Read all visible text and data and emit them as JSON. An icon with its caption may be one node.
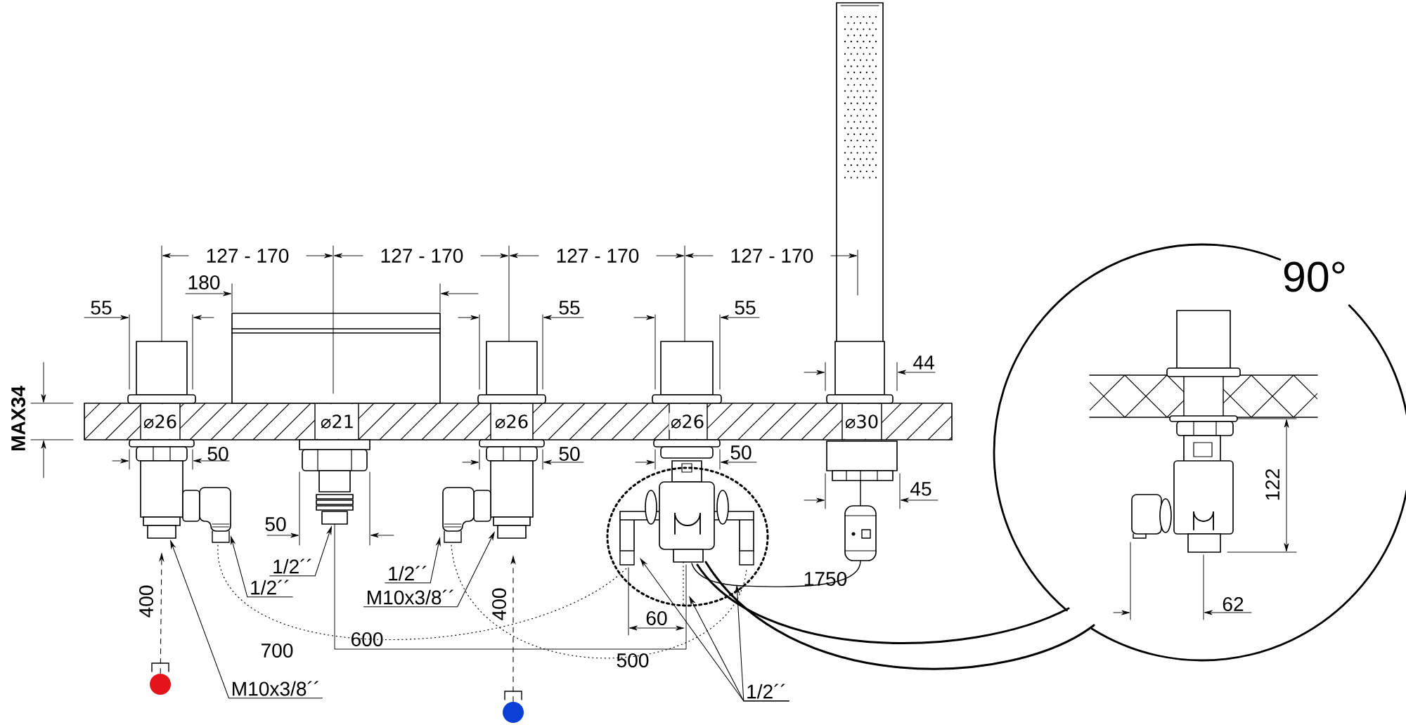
{
  "diagram": {
    "nodes": [
      {
        "text": [],
        "shape": "circle"
      },
      {
        "text": [],
        "shape": "circle"
      },
      {
        "text": [
          "1/2´´"
        ]
      },
      {
        "text": [
          "1/2´´"
        ]
      },
      {
        "text": [
          "1/2´´"
        ]
      },
      {
        "text": [
          "M10x3/8´´"
        ]
      },
      {
        "text": [
          "M10x3/8´´"
        ]
      },
      {
        "text": [
          "1/2´´"
        ]
      }
    ],
    "edges": [
      {
        "from": 0,
        "to": null,
        "arrow": "to",
        "style": "dashed",
        "label": "400"
      },
      {
        "from": 1,
        "to": null,
        "arrow": "to",
        "style": "dashed",
        "label": "400"
      },
      {
        "from": 2,
        "to": null,
        "arrow": "to"
      },
      {
        "from": 3,
        "to": null,
        "arrow": "to"
      },
      {
        "from": 4,
        "to": null,
        "arrow": "to"
      },
      {
        "from": 5,
        "to": null,
        "arrow": "to"
      },
      {
        "from": 6,
        "to": null,
        "arrow": "to"
      },
      {
        "from": 7,
        "to": null,
        "arrow": "to"
      },
      {
        "from": 7,
        "to": null,
        "arrow": "to"
      },
      {
        "from": 7,
        "to": null,
        "arrow": "to"
      }
    ],
    "labels": [
      "127 - 170",
      "127 - 170",
      "127 - 170",
      "127 - 170",
      "90°",
      "180",
      "55",
      "55",
      "55",
      "44",
      "MAX34",
      "⌀26",
      "⌀21",
      "⌀26",
      "⌀26",
      "⌀30",
      "50",
      "50",
      "50",
      "45",
      "122",
      "50",
      "1750",
      "60",
      "62",
      "600",
      "700",
      "500"
    ]
  }
}
